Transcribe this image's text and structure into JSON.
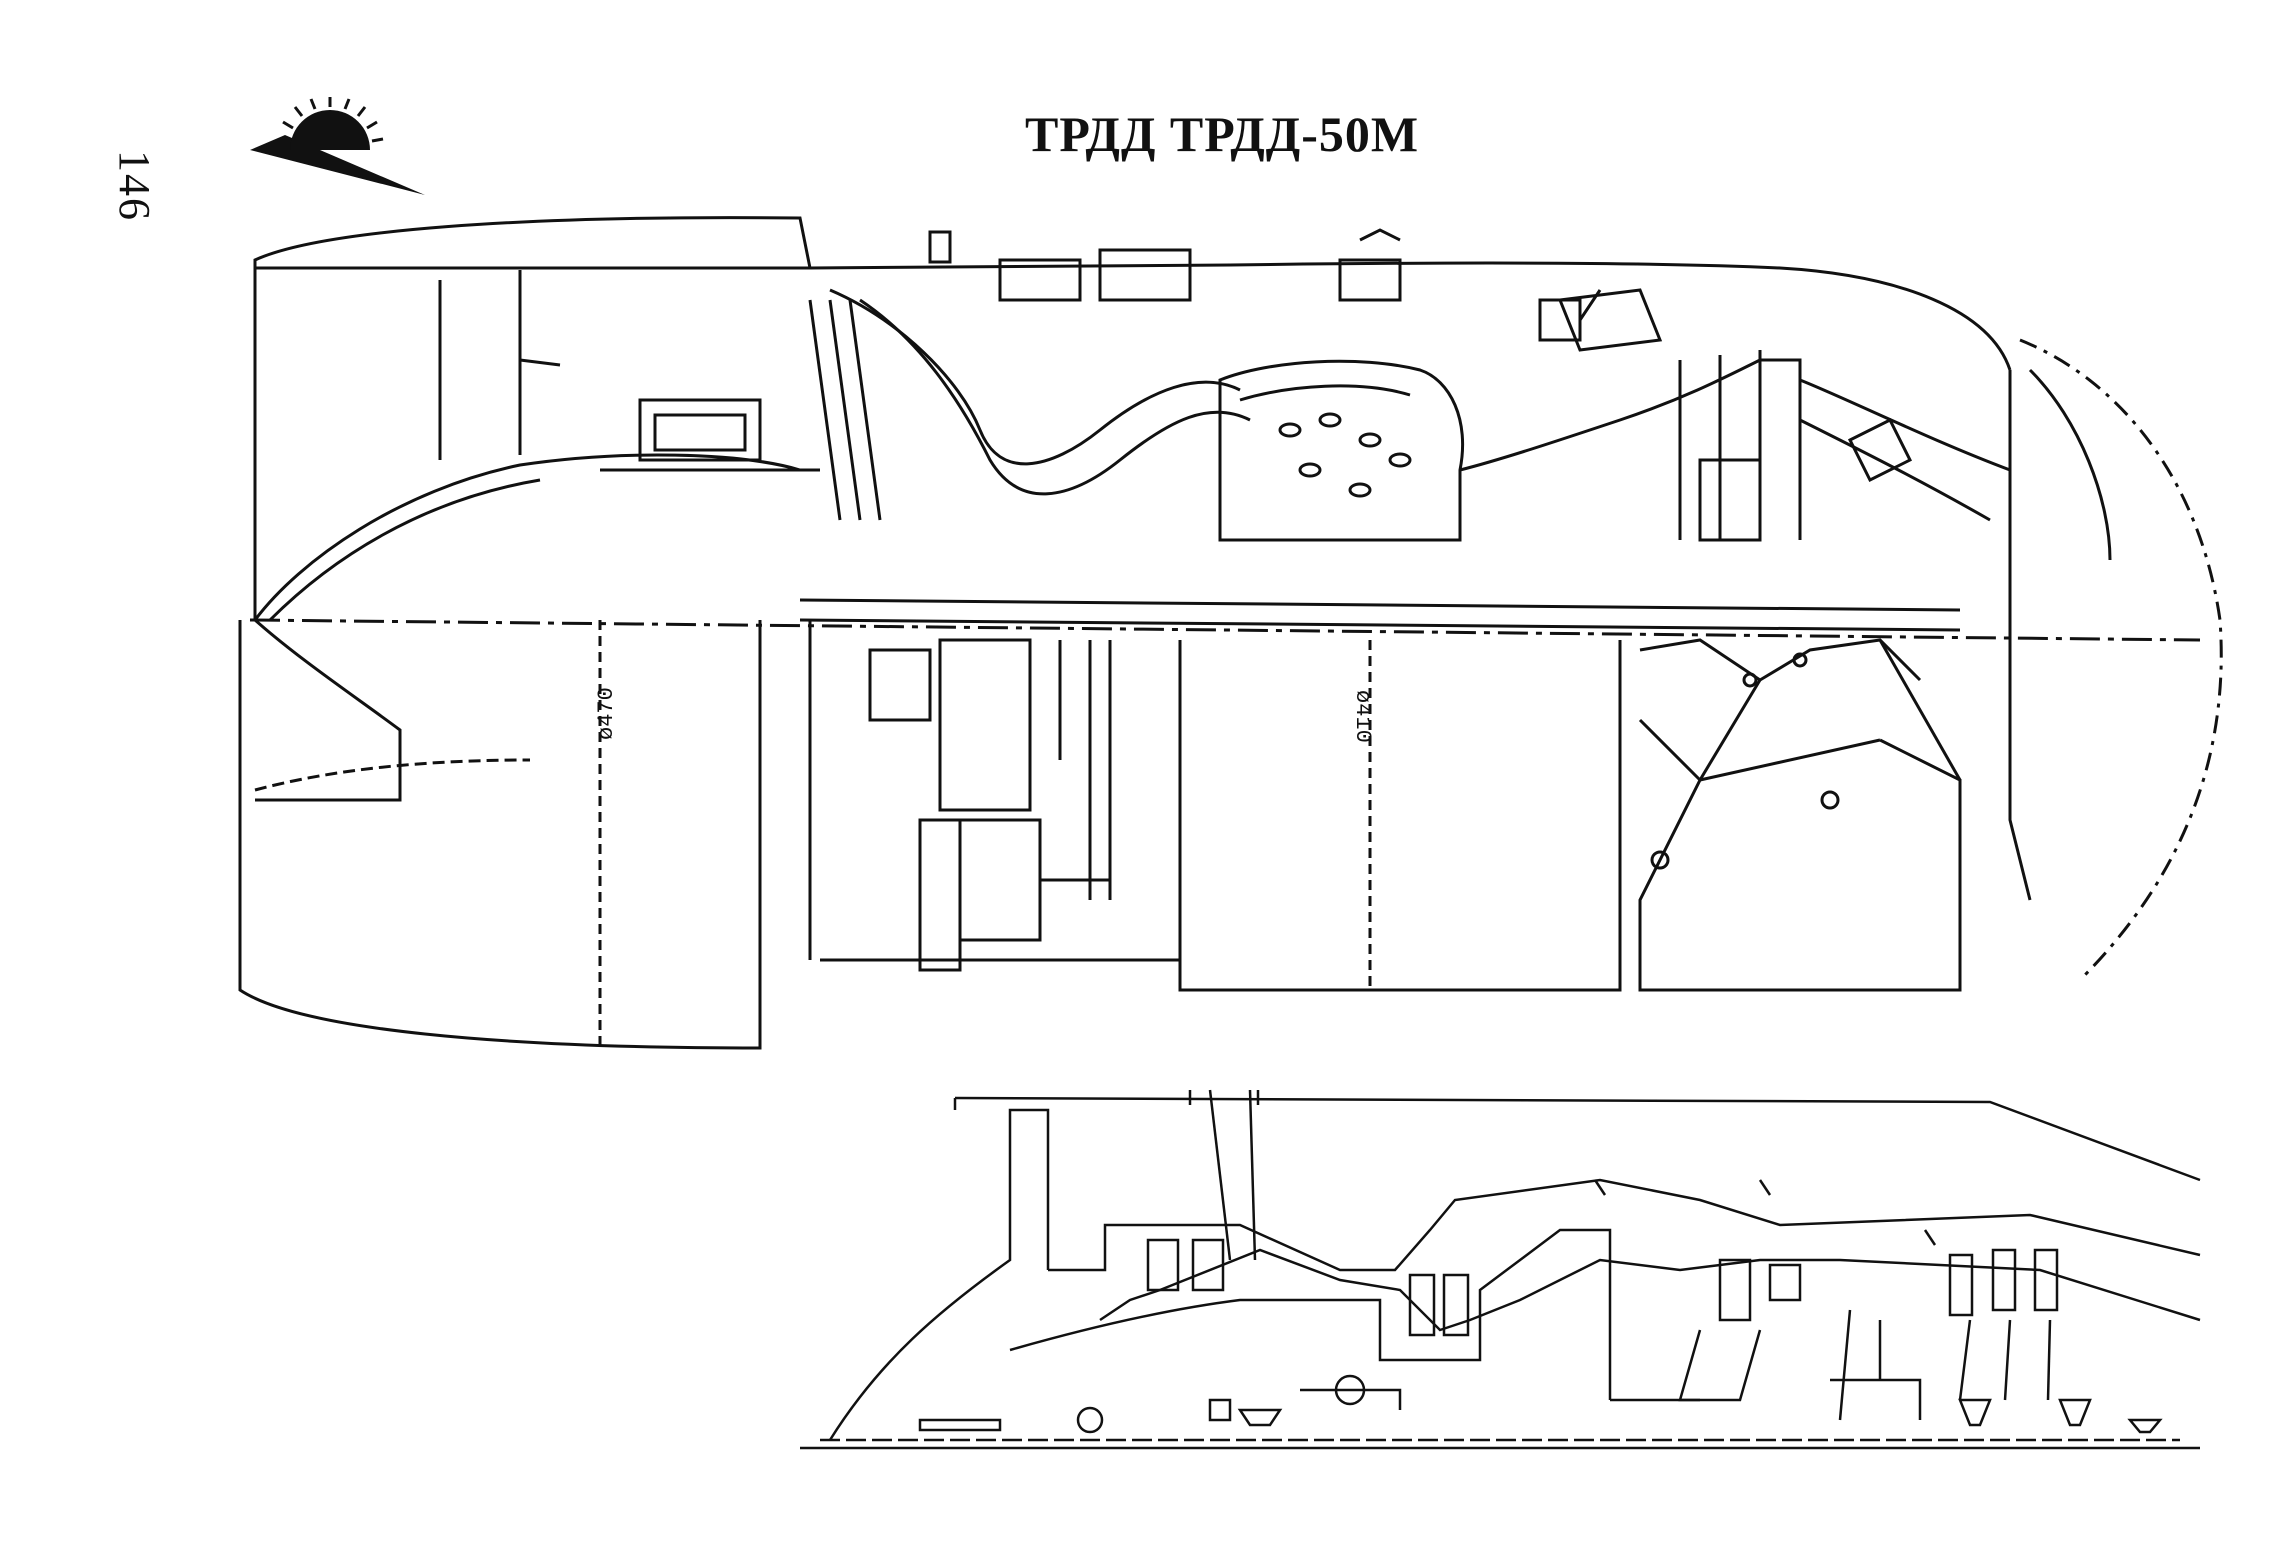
{
  "page": {
    "number": "146"
  },
  "header": {
    "title": "ТРДД ТРДД-50М"
  },
  "drawing": {
    "dimensions": {
      "inlet_diameter": "ø470",
      "mid_diameter": "ø410"
    }
  },
  "icons": {
    "logo": "sunburst-logo"
  }
}
